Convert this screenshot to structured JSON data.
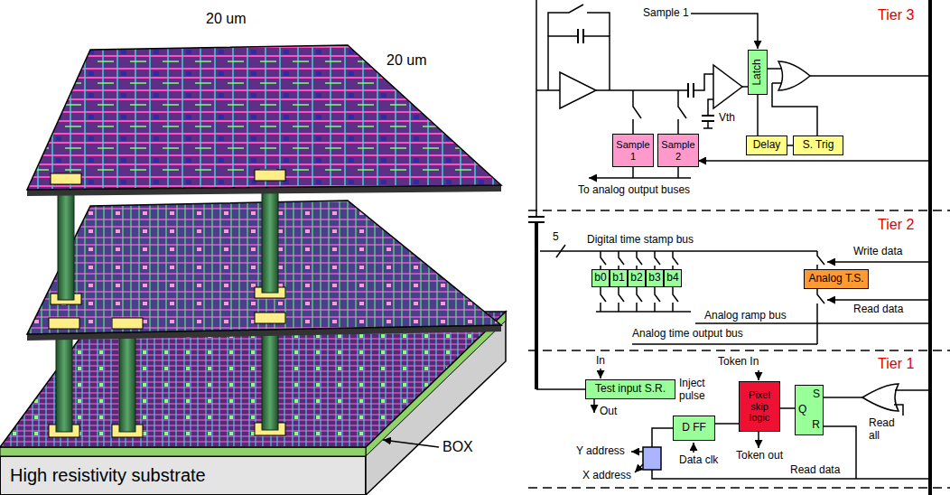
{
  "diagram": {
    "nodes": [
      {
        "text": [
          "High resistivity substrate"
        ]
      },
      {
        "text": [
          "Sample 1"
        ]
      },
      {
        "text": [
          "Sample 2"
        ]
      },
      {
        "text": [
          "Latch"
        ]
      },
      {
        "text": [
          "Delay"
        ]
      },
      {
        "text": [
          "S. Trig"
        ]
      },
      {
        "text": [
          "b0"
        ]
      },
      {
        "text": [
          "b1"
        ]
      },
      {
        "text": [
          "b2"
        ]
      },
      {
        "text": [
          "b3"
        ]
      },
      {
        "text": [
          "b4"
        ]
      },
      {
        "text": [
          "Analog T.S."
        ]
      },
      {
        "text": [
          "Test input S.R."
        ]
      },
      {
        "text": [
          "Pixel skip logic"
        ]
      },
      {
        "text": [
          "Q",
          "S",
          "R"
        ]
      },
      {
        "text": [
          "D FF"
        ]
      }
    ],
    "edges": [
      {
        "from": 3,
        "to": 4,
        "arrow": "none"
      },
      {
        "from": 4,
        "to": 5,
        "arrow": "none"
      },
      {
        "from": 13,
        "to": 14,
        "arrow": "none"
      },
      {
        "from": 13,
        "to": 15,
        "arrow": "none"
      }
    ],
    "labels": [
      "20 um",
      "20 um",
      "BOX",
      "Tier 3",
      "Sample 1",
      "Vth",
      "To analog output buses",
      "Tier 2",
      "5",
      "Digital time stamp bus",
      "Write data",
      "Read data",
      "Analog ramp bus",
      "Analog time output bus",
      "Tier 1",
      "In",
      "Inject pulse",
      "Out",
      "Token In",
      "Token out",
      "Y address",
      "X address",
      "Data clk",
      "Read all",
      "Read data"
    ]
  }
}
